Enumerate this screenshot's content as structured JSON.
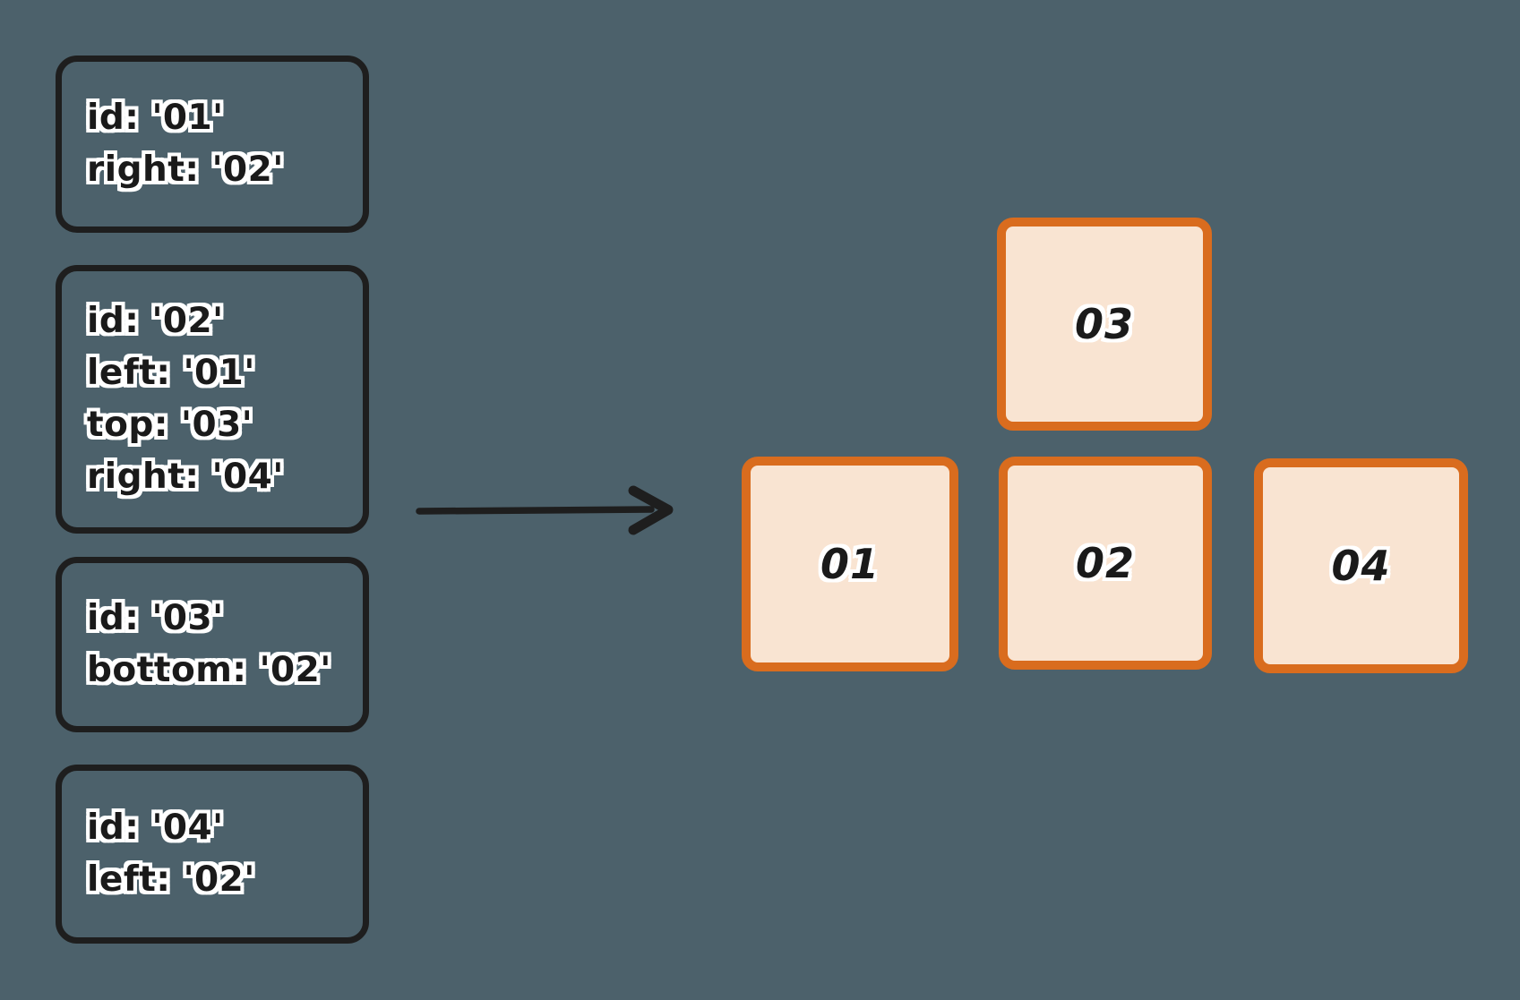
{
  "colors": {
    "page_bg": "#4c616b",
    "card_border": "#1e1e1e",
    "ink": "#1a1a1a",
    "text_outline": "#ffffff",
    "arrow_color": "#1e1e1e",
    "node_border": "#d96c1e",
    "node_fill": "#f9e4d2"
  },
  "spec_cards": [
    {
      "lines": [
        "id: '01'",
        "right: '02'"
      ]
    },
    {
      "lines": [
        "id: '02'",
        "left: '01'",
        "top: '03'",
        "right: '04'"
      ]
    },
    {
      "lines": [
        "id: '03'",
        "bottom: '02'"
      ]
    },
    {
      "lines": [
        "id: '04'",
        "left: '02'"
      ]
    }
  ],
  "nodes": [
    {
      "label": "03"
    },
    {
      "label": "01"
    },
    {
      "label": "02"
    },
    {
      "label": "04"
    }
  ]
}
